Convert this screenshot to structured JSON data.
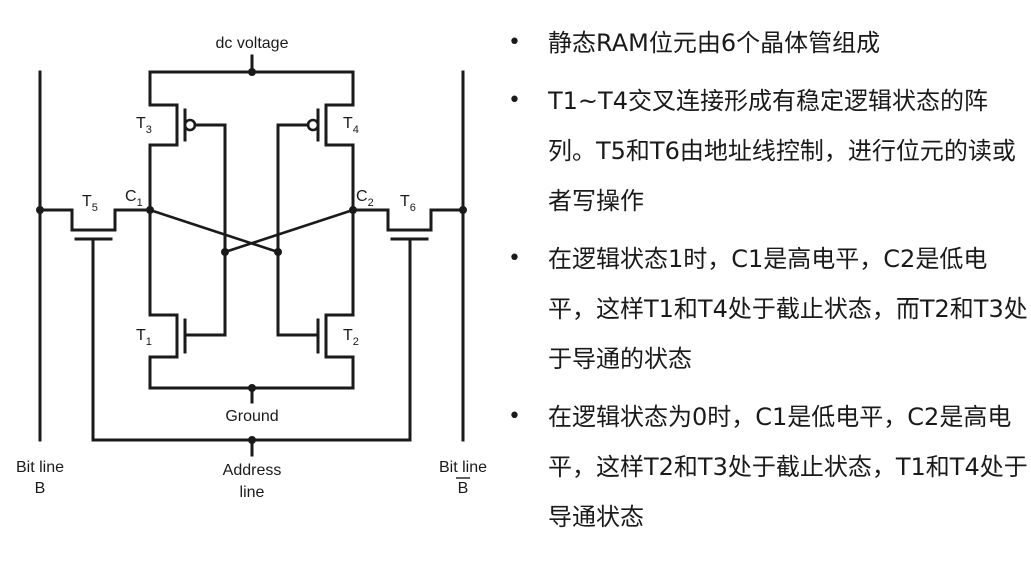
{
  "diagram": {
    "labels": {
      "dc_voltage": "dc voltage",
      "ground": "Ground",
      "address_line_1": "Address",
      "address_line_2": "line",
      "bitline_left_1": "Bit line",
      "bitline_left_2": "B",
      "bitline_right_1": "Bit line",
      "bitline_right_2": "B",
      "transistors": {
        "t1": {
          "main": "T",
          "sub": "1"
        },
        "t2": {
          "main": "T",
          "sub": "2"
        },
        "t3": {
          "main": "T",
          "sub": "3"
        },
        "t4": {
          "main": "T",
          "sub": "4"
        },
        "t5": {
          "main": "T",
          "sub": "5"
        },
        "t6": {
          "main": "T",
          "sub": "6"
        }
      },
      "nodes": {
        "c1": {
          "main": "C",
          "sub": "1"
        },
        "c2": {
          "main": "C",
          "sub": "2"
        }
      }
    }
  },
  "bullets": [
    {
      "marker": "•",
      "text": "静态RAM位元由6个晶体管组成"
    },
    {
      "marker": "•",
      "text": "T1~T4交叉连接形成有稳定逻辑状态的阵列。T5和T6由地址线控制，进行位元的读或者写操作"
    },
    {
      "marker": "•",
      "text": "在逻辑状态1时，C1是高电平，C2是低电平，这样T1和T4处于截止状态，而T2和T3处于导通的状态"
    },
    {
      "marker": "•",
      "text": "在逻辑状态为0时，C1是低电平，C2是高电平，这样T2和T3处于截止状态，T1和T4处于导通状态"
    }
  ]
}
